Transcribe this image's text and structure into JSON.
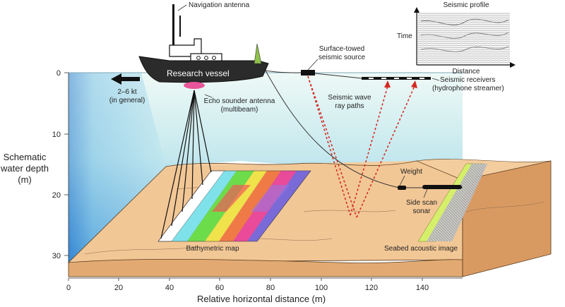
{
  "labels": {
    "navigation_antenna": "Navigation antenna",
    "research_vessel": "Research vessel",
    "speed_line1": "2–6 kt",
    "speed_line2": "(in general)",
    "echo_sounder_line1": "Echo sounder antenna",
    "echo_sounder_line2": "(multibeam)",
    "surface_source_line1": "Surface-towed",
    "surface_source_line2": "seismic source",
    "seismic_receivers_line1": "Seismic receivers",
    "seismic_receivers_line2": "(hydrophone streamer)",
    "ray_paths_line1": "Seismic wave",
    "ray_paths_line2": "ray paths",
    "weight": "Weight",
    "side_scan_line1": "Side scan",
    "side_scan_line2": "sonar",
    "bathymetric_map": "Bathymetric map",
    "seabed_image": "Seabed acoustic image",
    "seismic_profile_title": "Seismic profile",
    "seismic_profile_time": "Time",
    "seismic_profile_distance": "Distance"
  },
  "axes": {
    "y_title_line1": "Schematic",
    "y_title_line2": "water depth",
    "y_title_line3": "(m)",
    "y_ticks": [
      "0",
      "10",
      "20",
      "30"
    ],
    "x_title": "Relative horizontal distance (m)",
    "x_ticks": [
      "0",
      "20",
      "40",
      "60",
      "80",
      "100",
      "120",
      "140"
    ]
  },
  "colors": {
    "water_top": "#e9f7f5",
    "water_bottom": "#3b8fd6",
    "seabed": "#f3c99a",
    "hull": "#2b2b2b",
    "echo_sounder": "#e8559a",
    "ray_path": "#d42a1e"
  }
}
